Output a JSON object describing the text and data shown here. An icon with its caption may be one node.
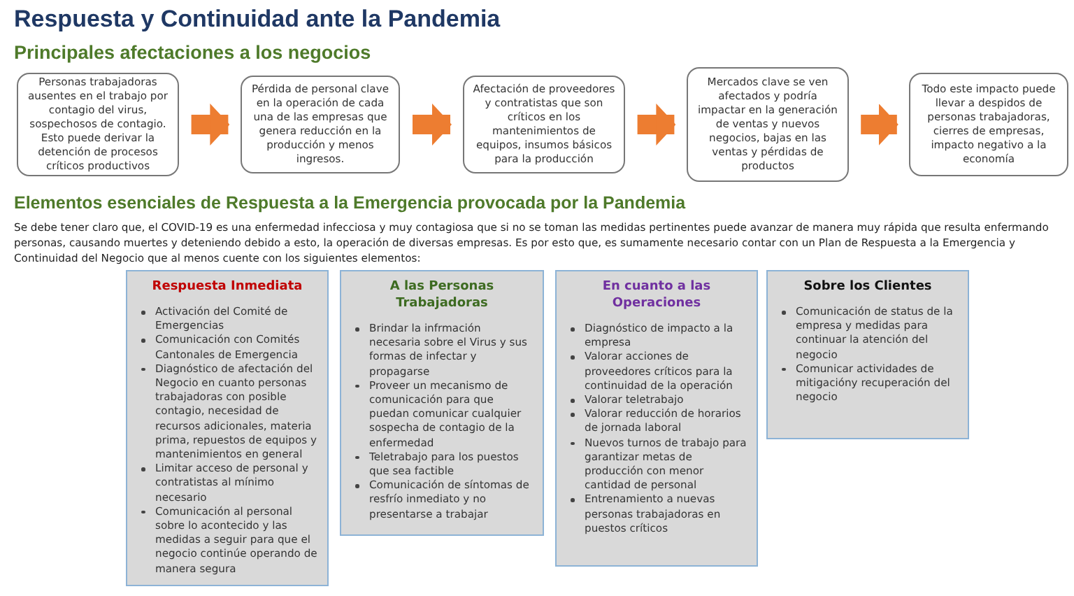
{
  "diagram": {
    "title": "Respuesta y Continuidad ante la Pandemia",
    "nodes": [
      {
        "text": [
          "Personas trabajadoras ausentes en el trabajo por contagio del virus, sospechosos de contagio. Esto puede derivar la detención de procesos críticos productivos"
        ]
      },
      {
        "text": [
          "Pérdida de personal clave en la operación de cada una de las empresas que genera reducción en la producción y menos ingresos."
        ]
      },
      {
        "text": [
          "Afectación de proveedores y contratistas que son críticos en los mantenimientos de equipos, insumos básicos para la producción"
        ]
      },
      {
        "text": [
          "Mercados clave se ven afectados y podría impactar en la generación de ventas y nuevos negocios, bajas en las ventas y pérdidas de productos"
        ]
      },
      {
        "text": [
          "Todo este impacto puede llevar a despidos de personas trabajadoras, cierres de empresas, impacto negativo a la economía"
        ]
      },
      {
        "text": [
          "Respuesta Inmediata",
          "Activación del Comité de Emergencias",
          "Comunicación con Comités Cantonales de Emergencia",
          "Diagnóstico de afectación del Negocio en cuanto personas trabajadoras con posible contagio, necesidad de recursos adicionales, materia prima, repuestos de equipos y mantenimientos en general",
          "Limitar acceso de personal y contratistas al mínimo necesario",
          "Comunicación al personal sobre lo acontecido y las medidas a seguir para que el negocio continúe operando de manera segura"
        ]
      },
      {
        "text": [
          "A las Personas Trabajadoras",
          "Brindar la infrmación necesaria sobre el Virus y sus formas de infectar y propagarse",
          "Proveer un mecanismo de comunicación para que puedan comunicar cualquier sospecha de contagio de la enfermedad",
          "Teletrabajo para los puestos que sea factible",
          "Comunicación de síntomas de resfrío inmediato y no presentarse a trabajar"
        ]
      },
      {
        "text": [
          "En cuanto a las Operaciones",
          "Diagnóstico de impacto a la empresa",
          "Valorar acciones de proveedores críticos para la continuidad de la operación",
          "Valorar teletrabajo",
          "Valorar reducción de horarios de jornada laboral",
          "Nuevos turnos de trabajo para garantizar metas de producción con menor cantidad de personal",
          "Entrenamiento a nuevas personas trabajadoras en puestos críticos"
        ]
      },
      {
        "text": [
          "Sobre los Clientes",
          "Comunicación de status de la empresa y medidas para continuar la atención del negocio",
          "Comunicar actividades de mitigacióny recuperación del negocio"
        ]
      }
    ],
    "edges": [
      {
        "from": 0,
        "to": 1,
        "arrow": "to"
      },
      {
        "from": 1,
        "to": 2,
        "arrow": "to"
      },
      {
        "from": 2,
        "to": 3,
        "arrow": "to"
      },
      {
        "from": 3,
        "to": 4,
        "arrow": "to"
      }
    ],
    "labels": [
      "Principales afectaciones a los negocios",
      "Elementos esenciales de Respuesta a la Emergencia provocada por la Pandemia",
      "Se debe tener claro que, el COVID-19 es una enfermedad infecciosa y muy contagiosa que si no se toman las medidas pertinentes puede avanzar de manera muy rápida que resulta enfermando personas, causando muertes y deteniendo debido a esto, la operación de diversas empresas. Es por esto que, es sumamente necesario contar con un Plan de Respuesta a la Emergencia y Continuidad del Negocio que al menos cuente con los siguientes elementos:"
    ]
  }
}
